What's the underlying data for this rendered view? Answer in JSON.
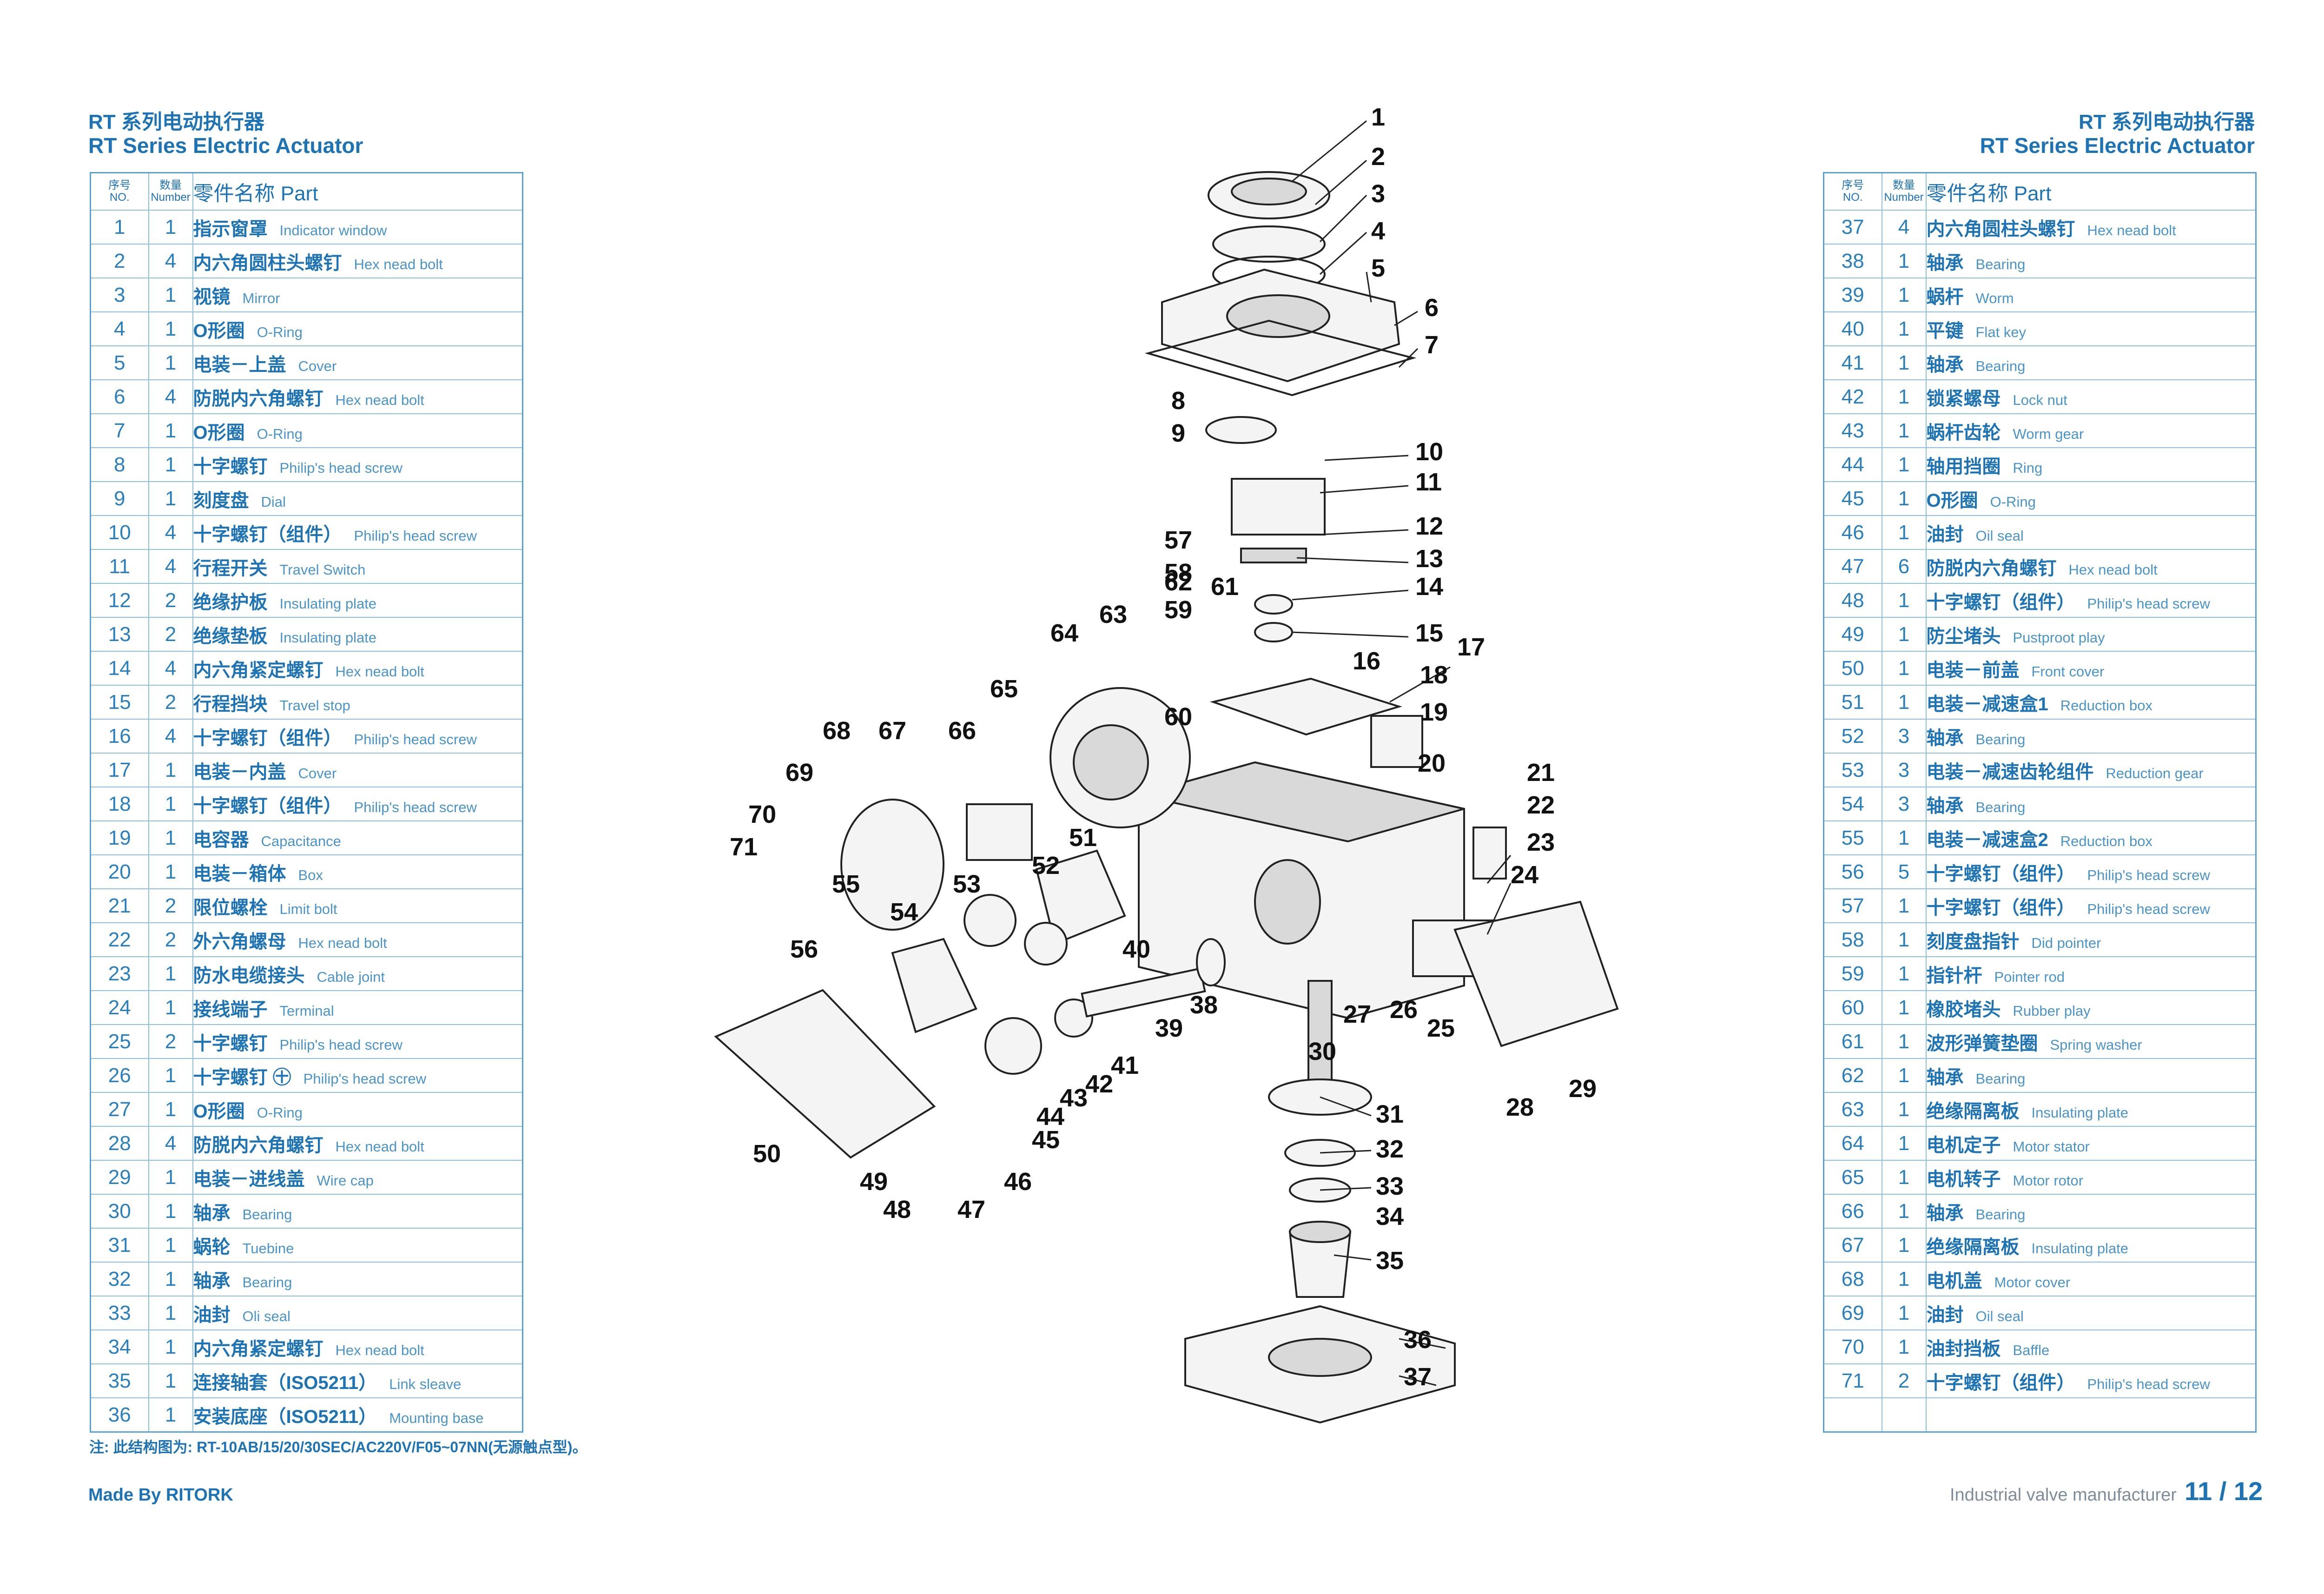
{
  "header": {
    "left": {
      "cn": "RT 系列电动执行器",
      "en": "RT Series Electric Actuator"
    },
    "right": {
      "cn": "RT 系列电动执行器",
      "en": "RT Series Electric Actuator"
    }
  },
  "table_headers": {
    "no_cn": "序号",
    "no_en": "NO.",
    "num_cn": "数量",
    "num_en": "Number",
    "name_cn": "零件名称",
    "name_en": "Part"
  },
  "parts_left": [
    {
      "no": "1",
      "num": "1",
      "cn": "指示窗罩",
      "en": "Indicator window"
    },
    {
      "no": "2",
      "num": "4",
      "cn": "内六角圆柱头螺钉",
      "en": "Hex nead bolt"
    },
    {
      "no": "3",
      "num": "1",
      "cn": "视镜",
      "en": "Mirror"
    },
    {
      "no": "4",
      "num": "1",
      "cn": "O形圈",
      "en": "O-Ring"
    },
    {
      "no": "5",
      "num": "1",
      "cn": "电装－上盖",
      "en": "Cover"
    },
    {
      "no": "6",
      "num": "4",
      "cn": "防脱内六角螺钉",
      "en": "Hex nead bolt"
    },
    {
      "no": "7",
      "num": "1",
      "cn": "O形圈",
      "en": "O-Ring"
    },
    {
      "no": "8",
      "num": "1",
      "cn": "十字螺钉",
      "en": "Philip's head screw"
    },
    {
      "no": "9",
      "num": "1",
      "cn": "刻度盘",
      "en": "Dial"
    },
    {
      "no": "10",
      "num": "4",
      "cn": "十字螺钉（组件）",
      "en": "Philip's head screw"
    },
    {
      "no": "11",
      "num": "4",
      "cn": "行程开关",
      "en": "Travel Switch"
    },
    {
      "no": "12",
      "num": "2",
      "cn": "绝缘护板",
      "en": "Insulating plate"
    },
    {
      "no": "13",
      "num": "2",
      "cn": "绝缘垫板",
      "en": "Insulating plate"
    },
    {
      "no": "14",
      "num": "4",
      "cn": "内六角紧定螺钉",
      "en": "Hex nead bolt"
    },
    {
      "no": "15",
      "num": "2",
      "cn": "行程挡块",
      "en": "Travel stop"
    },
    {
      "no": "16",
      "num": "4",
      "cn": "十字螺钉（组件）",
      "en": "Philip's head screw"
    },
    {
      "no": "17",
      "num": "1",
      "cn": "电装－内盖",
      "en": "Cover"
    },
    {
      "no": "18",
      "num": "1",
      "cn": "十字螺钉（组件）",
      "en": "Philip's head screw"
    },
    {
      "no": "19",
      "num": "1",
      "cn": "电容器",
      "en": "Capacitance"
    },
    {
      "no": "20",
      "num": "1",
      "cn": "电装－箱体",
      "en": "Box"
    },
    {
      "no": "21",
      "num": "2",
      "cn": "限位螺栓",
      "en": "Limit bolt"
    },
    {
      "no": "22",
      "num": "2",
      "cn": "外六角螺母",
      "en": "Hex nead bolt"
    },
    {
      "no": "23",
      "num": "1",
      "cn": "防水电缆接头",
      "en": "Cable joint"
    },
    {
      "no": "24",
      "num": "1",
      "cn": "接线端子",
      "en": "Terminal"
    },
    {
      "no": "25",
      "num": "2",
      "cn": "十字螺钉",
      "en": "Philip's head screw"
    },
    {
      "no": "26",
      "num": "1",
      "cn": "十字螺钉 ㊉",
      "en": "Philip's head screw"
    },
    {
      "no": "27",
      "num": "1",
      "cn": "O形圈",
      "en": "O-Ring"
    },
    {
      "no": "28",
      "num": "4",
      "cn": "防脱内六角螺钉",
      "en": "Hex nead bolt"
    },
    {
      "no": "29",
      "num": "1",
      "cn": "电装－进线盖",
      "en": "Wire cap"
    },
    {
      "no": "30",
      "num": "1",
      "cn": "轴承",
      "en": "Bearing"
    },
    {
      "no": "31",
      "num": "1",
      "cn": "蜗轮",
      "en": "Tuebine"
    },
    {
      "no": "32",
      "num": "1",
      "cn": "轴承",
      "en": "Bearing"
    },
    {
      "no": "33",
      "num": "1",
      "cn": "油封",
      "en": "Oli seal"
    },
    {
      "no": "34",
      "num": "1",
      "cn": "内六角紧定螺钉",
      "en": "Hex nead bolt"
    },
    {
      "no": "35",
      "num": "1",
      "cn": "连接轴套（ISO5211）",
      "en": "Link sleave"
    },
    {
      "no": "36",
      "num": "1",
      "cn": "安装底座（ISO5211）",
      "en": "Mounting base"
    }
  ],
  "parts_right": [
    {
      "no": "37",
      "num": "4",
      "cn": "内六角圆柱头螺钉",
      "en": "Hex nead bolt"
    },
    {
      "no": "38",
      "num": "1",
      "cn": "轴承",
      "en": "Bearing"
    },
    {
      "no": "39",
      "num": "1",
      "cn": "蜗杆",
      "en": "Worm"
    },
    {
      "no": "40",
      "num": "1",
      "cn": "平键",
      "en": "Flat key"
    },
    {
      "no": "41",
      "num": "1",
      "cn": "轴承",
      "en": "Bearing"
    },
    {
      "no": "42",
      "num": "1",
      "cn": "锁紧螺母",
      "en": "Lock nut"
    },
    {
      "no": "43",
      "num": "1",
      "cn": "蜗杆齿轮",
      "en": "Worm gear"
    },
    {
      "no": "44",
      "num": "1",
      "cn": "轴用挡圈",
      "en": "Ring"
    },
    {
      "no": "45",
      "num": "1",
      "cn": "O形圈",
      "en": "O-Ring"
    },
    {
      "no": "46",
      "num": "1",
      "cn": "油封",
      "en": "Oil seal"
    },
    {
      "no": "47",
      "num": "6",
      "cn": "防脱内六角螺钉",
      "en": "Hex nead bolt"
    },
    {
      "no": "48",
      "num": "1",
      "cn": "十字螺钉（组件）",
      "en": "Philip's head screw"
    },
    {
      "no": "49",
      "num": "1",
      "cn": "防尘堵头",
      "en": "Pustproot play"
    },
    {
      "no": "50",
      "num": "1",
      "cn": "电装－前盖",
      "en": "Front cover"
    },
    {
      "no": "51",
      "num": "1",
      "cn": "电装－减速盒1",
      "en": "Reduction box"
    },
    {
      "no": "52",
      "num": "3",
      "cn": "轴承",
      "en": "Bearing"
    },
    {
      "no": "53",
      "num": "3",
      "cn": "电装－减速齿轮组件",
      "en": "Reduction gear"
    },
    {
      "no": "54",
      "num": "3",
      "cn": "轴承",
      "en": "Bearing"
    },
    {
      "no": "55",
      "num": "1",
      "cn": "电装－减速盒2",
      "en": "Reduction box"
    },
    {
      "no": "56",
      "num": "5",
      "cn": "十字螺钉（组件）",
      "en": "Philip's head screw"
    },
    {
      "no": "57",
      "num": "1",
      "cn": "十字螺钉（组件）",
      "en": "Philip's head screw"
    },
    {
      "no": "58",
      "num": "1",
      "cn": "刻度盘指针",
      "en": "Did pointer"
    },
    {
      "no": "59",
      "num": "1",
      "cn": "指针杆",
      "en": "Pointer rod"
    },
    {
      "no": "60",
      "num": "1",
      "cn": "橡胶堵头",
      "en": "Rubber play"
    },
    {
      "no": "61",
      "num": "1",
      "cn": "波形弹簧垫圈",
      "en": "Spring washer"
    },
    {
      "no": "62",
      "num": "1",
      "cn": "轴承",
      "en": "Bearing"
    },
    {
      "no": "63",
      "num": "1",
      "cn": "绝缘隔离板",
      "en": "Insulating plate"
    },
    {
      "no": "64",
      "num": "1",
      "cn": "电机定子",
      "en": "Motor stator"
    },
    {
      "no": "65",
      "num": "1",
      "cn": "电机转子",
      "en": "Motor rotor"
    },
    {
      "no": "66",
      "num": "1",
      "cn": "轴承",
      "en": "Bearing"
    },
    {
      "no": "67",
      "num": "1",
      "cn": "绝缘隔离板",
      "en": "Insulating plate"
    },
    {
      "no": "68",
      "num": "1",
      "cn": "电机盖",
      "en": "Motor cover"
    },
    {
      "no": "69",
      "num": "1",
      "cn": "油封",
      "en": "Oil seal"
    },
    {
      "no": "70",
      "num": "1",
      "cn": "油封挡板",
      "en": "Baffle"
    },
    {
      "no": "71",
      "num": "2",
      "cn": "十字螺钉（组件）",
      "en": "Philip's head screw"
    },
    {
      "no": "",
      "num": "",
      "cn": "",
      "en": ""
    }
  ],
  "callouts": [
    "1",
    "2",
    "3",
    "4",
    "5",
    "6",
    "7",
    "8",
    "9",
    "10",
    "11",
    "12",
    "13",
    "14",
    "15",
    "16",
    "17",
    "18",
    "19",
    "20",
    "21",
    "22",
    "23",
    "24",
    "25",
    "26",
    "27",
    "28",
    "29",
    "30",
    "31",
    "32",
    "33",
    "34",
    "35",
    "36",
    "37",
    "38",
    "39",
    "40",
    "41",
    "42",
    "43",
    "44",
    "45",
    "46",
    "47",
    "48",
    "49",
    "50",
    "51",
    "52",
    "53",
    "54",
    "55",
    "56",
    "57",
    "58",
    "59",
    "60",
    "61",
    "62",
    "63",
    "64",
    "65",
    "66",
    "67",
    "68",
    "69",
    "70",
    "71"
  ],
  "footer": {
    "note": "注: 此结构图为: RT-10AB/15/20/30SEC/AC220V/F05~07NN(无源触点型)。",
    "made_by": "Made By RITORK",
    "tagline": "Industrial valve manufacturer",
    "page": "11 / 12"
  }
}
